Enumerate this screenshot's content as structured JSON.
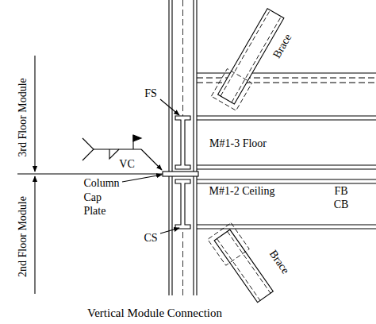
{
  "diagram": {
    "caption": "Vertical Module Connection",
    "labels": [
      "FS",
      "M#1-3 Floor",
      "FB",
      "VC",
      "Column Cap Plate",
      "M#1-2 Ceiling",
      "CB",
      "CS",
      "Brace",
      "Brace",
      "3rd Floor Module",
      "2nd Floor Module"
    ]
  }
}
